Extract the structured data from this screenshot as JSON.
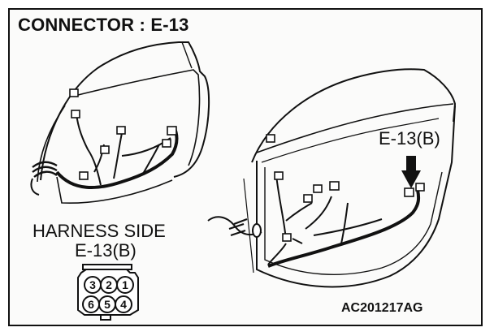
{
  "title": "CONNECTOR : E-13",
  "callout_label": "E-13(B)",
  "harness_side": {
    "line1": "HARNESS SIDE",
    "line2": "E-13(B)"
  },
  "connector_pins": {
    "top_row": [
      "3",
      "2",
      "1"
    ],
    "bottom_row": [
      "6",
      "5",
      "4"
    ]
  },
  "figure_code": "AC201217AG"
}
